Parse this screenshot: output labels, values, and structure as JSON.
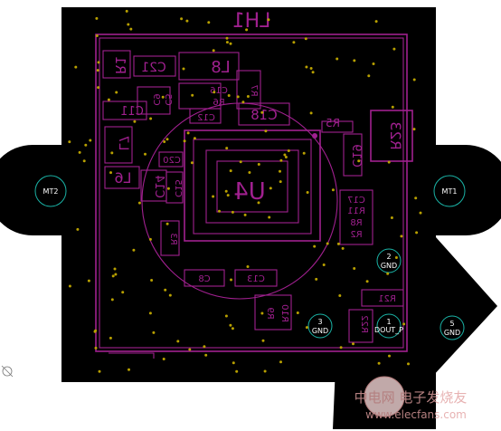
{
  "board": {
    "title": "LH1",
    "ic": "U4",
    "background": "#000000",
    "silk_color": "#a0208f",
    "dot_color": "#b8a000",
    "pad_ring_color": "#1ab3a6"
  },
  "components": {
    "R1": "R1",
    "C21": "C21",
    "L8": "L8",
    "C9": "C9",
    "C5": "C5",
    "C16": "C16",
    "R6": "R6",
    "R7": "R7",
    "C11": "C11",
    "C12": "C12",
    "C18": "C18",
    "L7": "L7",
    "L6": "L6",
    "C20": "C20",
    "C14": "C14",
    "C15": "C15",
    "R3": "R3",
    "C19": "C19",
    "C17": "C17",
    "R11": "R11",
    "R8": "R8",
    "R2": "R2",
    "R23": "R23",
    "C8": "C8",
    "C13": "C13",
    "R9": "R9",
    "R10": "R10",
    "R21": "R21",
    "R22": "R22",
    "R5": "R5"
  },
  "pads": {
    "mt2": "MT2",
    "mt1": "MT1",
    "gnd2_num": "2",
    "gnd2_name": "GND",
    "gnd3_num": "3",
    "gnd3_name": "GND",
    "dout_num": "1",
    "dout_name": "DOUT_P",
    "gnd5_num": "5",
    "gnd5_name": "GND"
  },
  "watermark": {
    "line1": "中电网 电子发烧友",
    "line2": "www.elecfans.com"
  }
}
